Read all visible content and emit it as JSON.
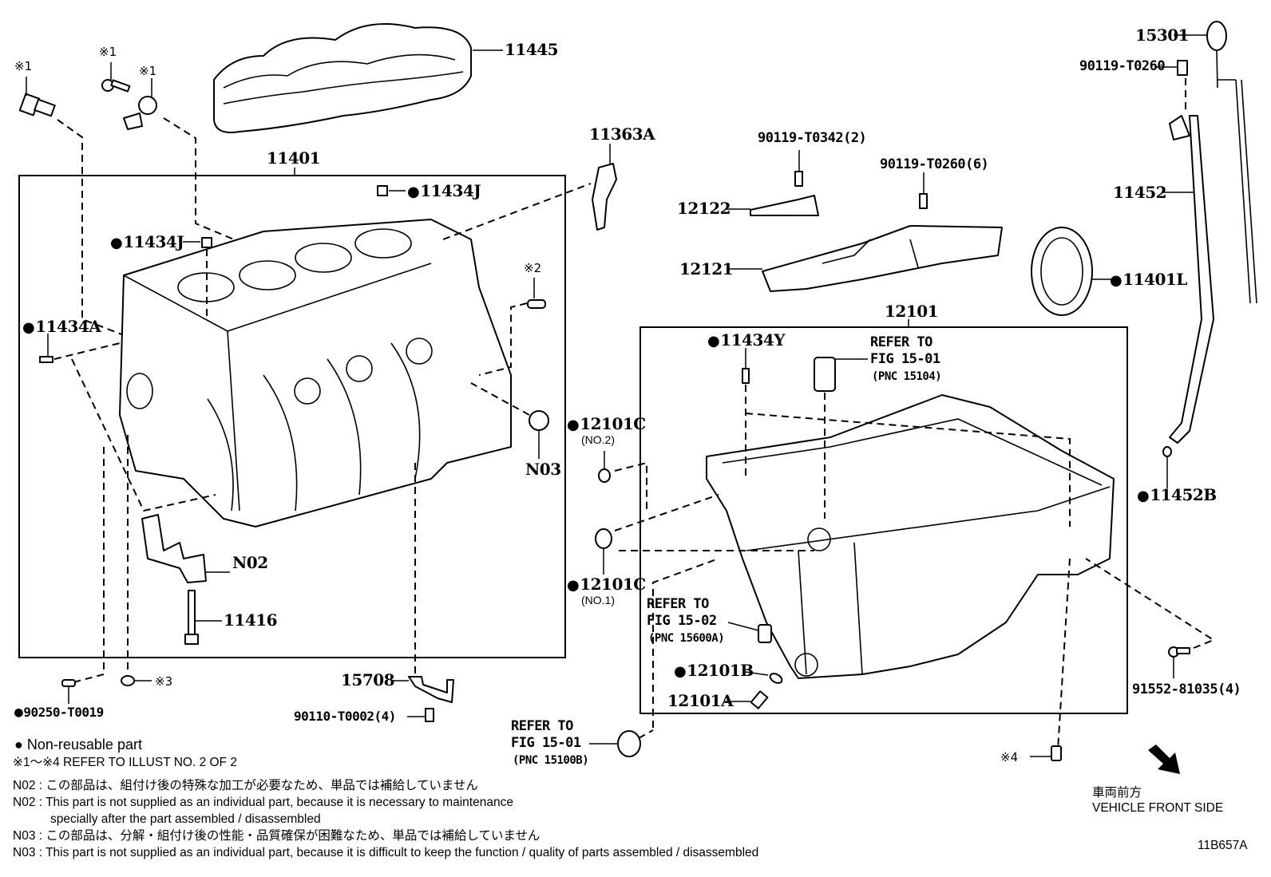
{
  "diagram": {
    "illustration_id": "11B657A",
    "boxes": [
      {
        "id": "cylinder-block-group",
        "label": "11401"
      },
      {
        "id": "oil-pan-group",
        "label": "12101"
      }
    ],
    "parts": {
      "p11445": "11445",
      "p11401": "11401",
      "p11434J_top": "11434J",
      "p11434J_left": "11434J",
      "p11434A": "11434A",
      "p11363A": "11363A",
      "p90119_T0342": "90119-T0342(2)",
      "p90119_T0260_6": "90119-T0260(6)",
      "p12122": "12122",
      "p12121": "12121",
      "p12101": "12101",
      "p15301": "15301",
      "p90119_T0260": "90119-T0260",
      "p11452": "11452",
      "p11401L": "11401L",
      "p11434Y": "11434Y",
      "p12101C_no2": "12101C",
      "p12101C_no2_sub": "(NO.2)",
      "p12101C_no1": "12101C",
      "p12101C_no1_sub": "(NO.1)",
      "pN03": "N03",
      "pN02": "N02",
      "p11416": "11416",
      "p15708": "15708",
      "p90110_T0002": "90110-T0002(4)",
      "p90250_T0019": "90250-T0019",
      "p11452B": "11452B",
      "p12101B": "12101B",
      "p12101A": "12101A",
      "p91552_81035": "91552-81035(4)"
    },
    "refs": {
      "mark1a": "※1",
      "mark1b": "※1",
      "mark1c": "※1",
      "mark2": "※2",
      "mark3": "※3",
      "mark4": "※4"
    },
    "refer_to": [
      {
        "line1": "REFER TO",
        "line2": "FIG 15-01",
        "line3": "(PNC 15104)"
      },
      {
        "line1": "REFER TO",
        "line2": "FIG 15-02",
        "line3": "(PNC 15600A)"
      },
      {
        "line1": "REFER TO",
        "line2": "FIG 15-01",
        "line3": "(PNC 15100B)"
      }
    ],
    "front_side": {
      "jp": "車両前方",
      "en": "VEHICLE FRONT SIDE"
    }
  },
  "legend": {
    "non_reusable": "Non-reusable part",
    "refer_illust": "※1～※4  REFER TO ILLUST NO. 2 OF 2",
    "notes": [
      "N02 : この部品は、組付け後の特殊な加工が必要なため、単品では補給していません",
      "N02 : This part is not supplied as an individual part, because it is necessary to maintenance",
      "specially after the part assembled / disassembled",
      "N03 : この部品は、分解・組付け後の性能・品質確保が困難なため、単品では補給していません",
      "N03 : This part is not supplied as an individual part, because it is difficult to keep the function / quality of parts  assembled / disassembled"
    ]
  }
}
